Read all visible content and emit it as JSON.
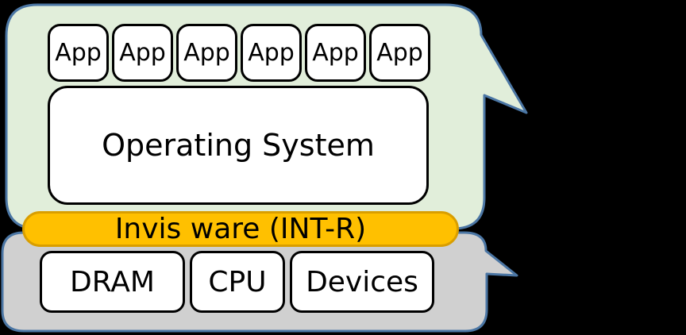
{
  "canvas": {
    "background": "#000000"
  },
  "software_stack": {
    "bubble_fill": "#E1EEDA",
    "bubble_border": "#4B76A4",
    "apps": [
      "App",
      "App",
      "App",
      "App",
      "App",
      "App"
    ],
    "os_label": "Operating System"
  },
  "middleware_bar": {
    "label": "Invis ware (INT-R)",
    "fill": "#FFC000",
    "border": "#D99E00"
  },
  "hardware_stack": {
    "bubble_fill": "#D0D0D0",
    "bubble_border": "#4B76A4",
    "components": [
      "DRAM",
      "CPU",
      "Devices"
    ]
  }
}
